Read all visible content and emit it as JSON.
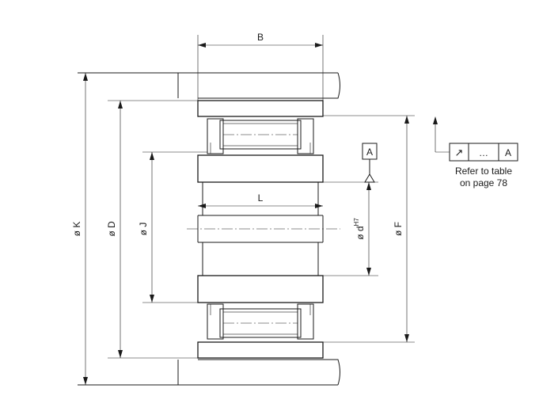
{
  "dimensions": {
    "b": "B",
    "l": "L",
    "k": "ø K",
    "d_outer": "ø D",
    "j": "ø J",
    "d_bore": "ø d",
    "d_bore_tolerance": "H7",
    "f": "ø F"
  },
  "datum": {
    "label": "A"
  },
  "tolerance_frame": {
    "symbol": "↗",
    "value": "…",
    "datum": "A",
    "note_line1": "Refer to table",
    "note_line2": "on page 78"
  },
  "colors": {
    "line": "#1a1a1a",
    "background": "#ffffff"
  }
}
